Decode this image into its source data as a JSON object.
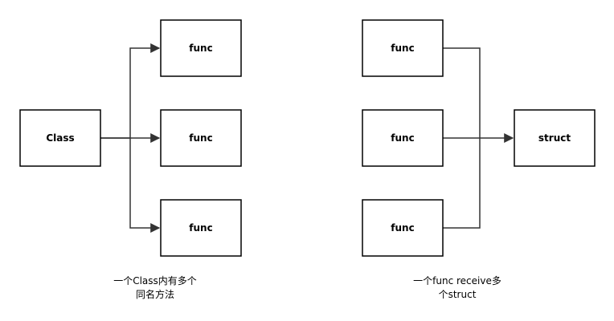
{
  "left": {
    "class_label": "Class",
    "func_labels": [
      "func",
      "func",
      "func"
    ],
    "caption_lines": [
      "一个Class内有多个",
      "同名方法"
    ]
  },
  "right": {
    "func_labels": [
      "func",
      "func",
      "func"
    ],
    "struct_label": "struct",
    "caption_lines": [
      "一个func receive多",
      "个struct"
    ]
  },
  "colors": {
    "stroke": "#000000",
    "fill": "#ffffff",
    "connector": "#333333"
  }
}
